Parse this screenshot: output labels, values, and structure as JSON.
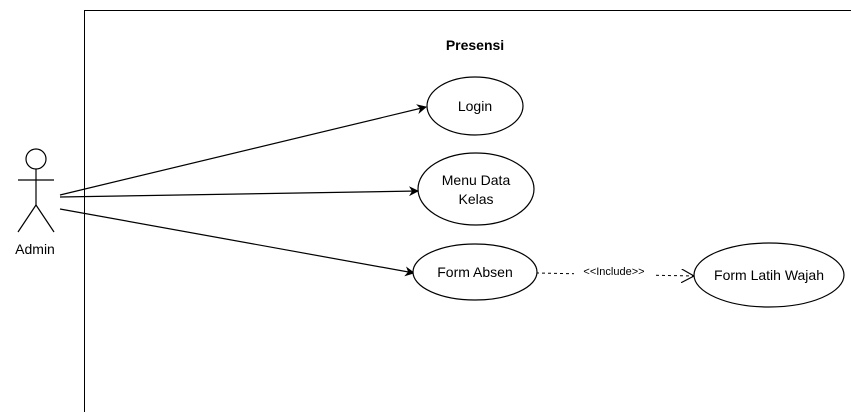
{
  "system": {
    "title": "Presensi"
  },
  "actor": {
    "name": "Admin"
  },
  "use_cases": {
    "login": "Login",
    "menu_data_kelas_line1": "Menu Data",
    "menu_data_kelas_line2": "Kelas",
    "form_absen": "Form Absen",
    "form_latih_wajah": "Form Latih Wajah"
  },
  "relationships": {
    "include_label": "<<Include>>"
  }
}
